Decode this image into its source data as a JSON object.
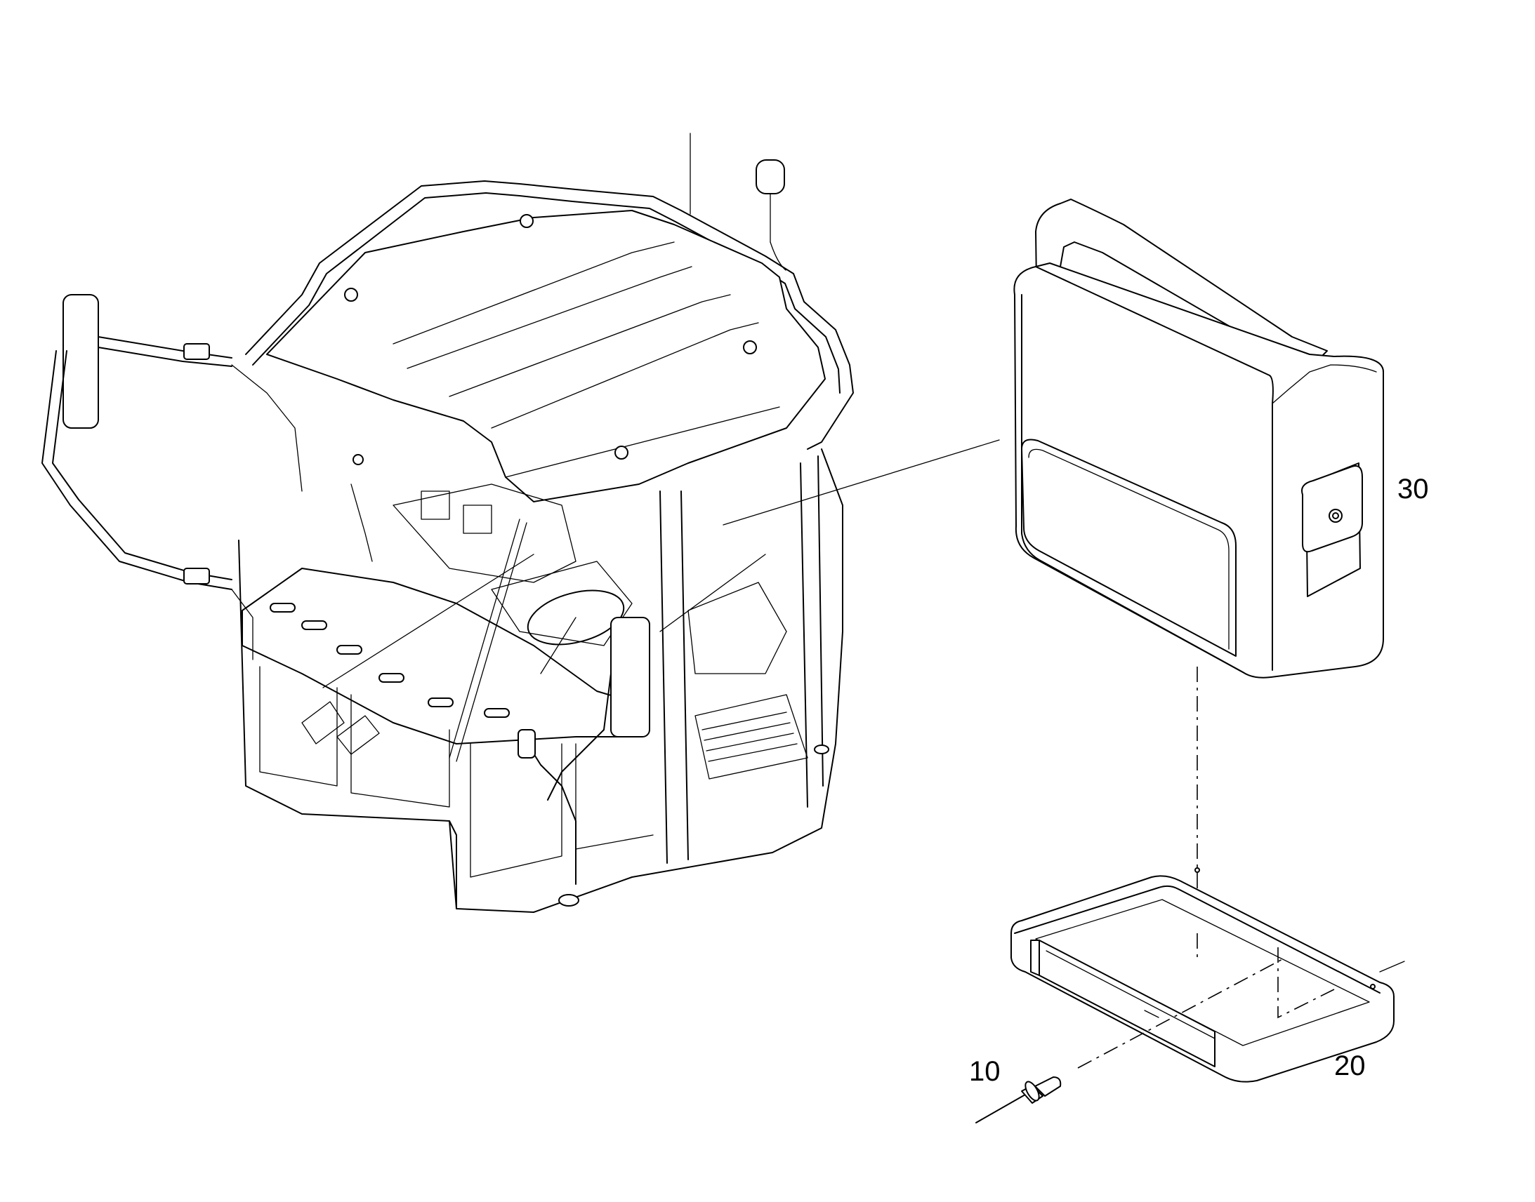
{
  "callouts": {
    "rivet": "10",
    "base_tray": "20",
    "storage_bag": "30"
  },
  "icons": {
    "cab": "tractor-cab-assembly-illustration",
    "bag": "storage-bag-illustration",
    "tray": "bag-mounting-tray-illustration",
    "rivet": "blind-rivet-illustration"
  }
}
